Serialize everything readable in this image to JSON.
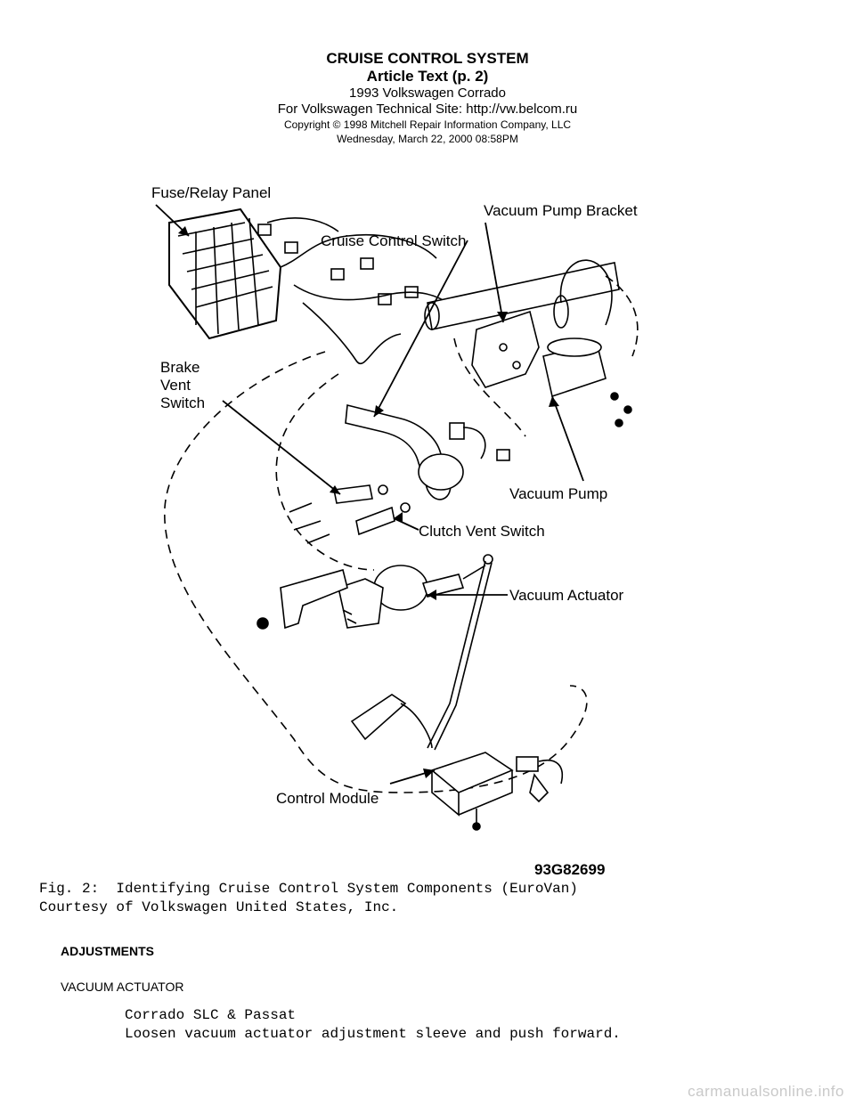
{
  "header": {
    "title": "CRUISE CONTROL SYSTEM",
    "subtitle": "Article Text (p. 2)",
    "vehicle": "1993 Volkswagen Corrado",
    "site": "For Volkswagen Technical Site:  http://vw.belcom.ru",
    "copyright": "Copyright © 1998 Mitchell Repair Information Company, LLC",
    "date": "Wednesday, March 22, 2000  08:58PM"
  },
  "figure": {
    "labels": {
      "fuse_relay_panel": "Fuse/Relay Panel",
      "vacuum_pump_bracket": "Vacuum Pump Bracket",
      "cruise_control_switch": "Cruise Control Switch",
      "brake_vent_switch_1": "Brake",
      "brake_vent_switch_2": "Vent",
      "brake_vent_switch_3": "Switch",
      "vacuum_pump": "Vacuum Pump",
      "clutch_vent_switch": "Clutch Vent Switch",
      "vacuum_actuator": "Vacuum Actuator",
      "control_module": "Control Module"
    },
    "code": "93G82699"
  },
  "caption": {
    "line1": "Fig. 2:  Identifying Cruise Control System Components (EuroVan)",
    "line2": "Courtesy of Volkswagen United States, Inc."
  },
  "sections": {
    "adjustments": "ADJUSTMENTS",
    "vacuum_actuator": "VACUUM ACTUATOR"
  },
  "body": {
    "line1": "Corrado SLC & Passat",
    "line2": "Loosen vacuum actuator adjustment sleeve and push forward."
  },
  "watermark": "carmanualsonline.info"
}
